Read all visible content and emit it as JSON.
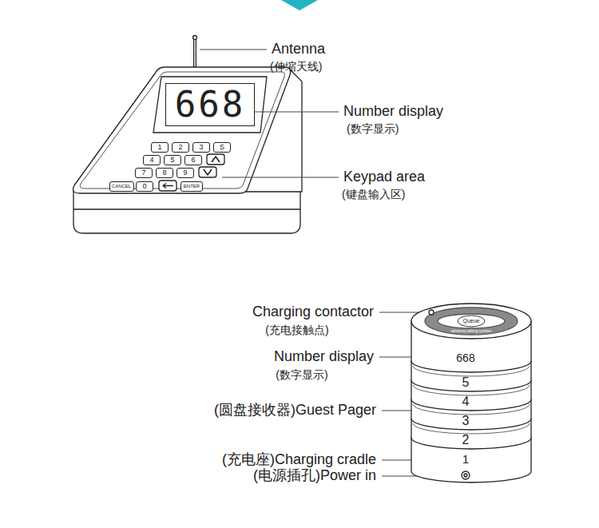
{
  "diagram": {
    "nodes": [
      {
        "text": [
          "668"
        ]
      },
      {
        "text": [
          "1"
        ]
      },
      {
        "text": [
          "2"
        ]
      },
      {
        "text": [
          "3"
        ]
      },
      {
        "text": [
          "S"
        ]
      },
      {
        "text": [
          "4"
        ]
      },
      {
        "text": [
          "5"
        ]
      },
      {
        "text": [
          "6"
        ]
      },
      {
        "text": [
          "7"
        ]
      },
      {
        "text": [
          "8"
        ]
      },
      {
        "text": [
          "9"
        ]
      },
      {
        "text": [
          "CANCEL"
        ]
      },
      {
        "text": [
          "0"
        ]
      },
      {
        "text": [
          "ENTER"
        ]
      },
      {
        "text": [
          "668"
        ]
      },
      {
        "text": [
          "5"
        ]
      },
      {
        "text": [
          "4"
        ]
      },
      {
        "text": [
          "3"
        ]
      },
      {
        "text": [
          "2"
        ]
      },
      {
        "text": [
          "1"
        ]
      }
    ],
    "labels": [
      "Antenna",
      "(伸缩天线)",
      "Number display",
      "(数字显示)",
      "Keypad area",
      "(键盘输入区)",
      "Charging contactor",
      "(充电接触点)",
      "Queue",
      "wireless calling system",
      "Number display",
      "(数字显示)",
      "(圆盘接收器)Guest Pager",
      "(充电座)Charging cradle",
      "(电源插孔)Power in"
    ]
  }
}
